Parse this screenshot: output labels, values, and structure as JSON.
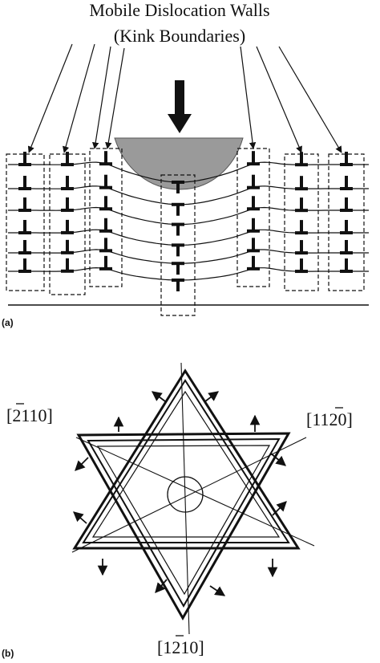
{
  "panel_a": {
    "label": "(a)",
    "title_line1": "Mobile Dislocation Walls",
    "title_line2": "(Kink Boundaries)"
  },
  "panel_b": {
    "label": "(b)",
    "dir_upper_left": "[2110]",
    "dir_upper_right": "[1120]",
    "dir_bottom": "[1210]"
  },
  "colors": {
    "ink": "#111111",
    "indenter_fill": "#9a9a9a"
  },
  "icons": [
    "load-arrow-icon",
    "dislocation-symbol-icon",
    "motion-arrow-icon"
  ]
}
